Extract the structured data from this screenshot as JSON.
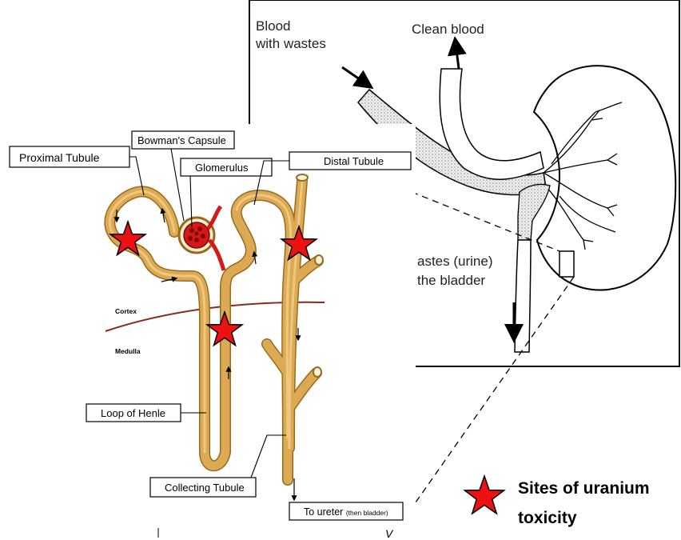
{
  "kidney_panel": {
    "blood_in": [
      "Blood",
      "with wastes"
    ],
    "clean_blood": "Clean blood",
    "urine_text": [
      "astes (urine)",
      "the bladder"
    ]
  },
  "nephron_panel": {
    "labels": {
      "proximal": "Proximal Tubule",
      "bowman": "Bowman's Capsule",
      "glomerulus": "Glomerulus",
      "distal": "Distal Tubule",
      "cortex": "Cortex",
      "medulla": "Medulla",
      "henle": "Loop of Henle",
      "collecting": "Collecting Tubule",
      "ureter": "To ureter",
      "ureter_note": "(then bladder)"
    }
  },
  "legend": {
    "line1": "Sites of uranium",
    "line2": "toxicity"
  },
  "colors": {
    "star": "#e11",
    "tubule": "#d9a24a",
    "tubule_dark": "#9a6a1c",
    "cortex_line": "#8b2a1a",
    "glomerulus": "#d61818"
  }
}
